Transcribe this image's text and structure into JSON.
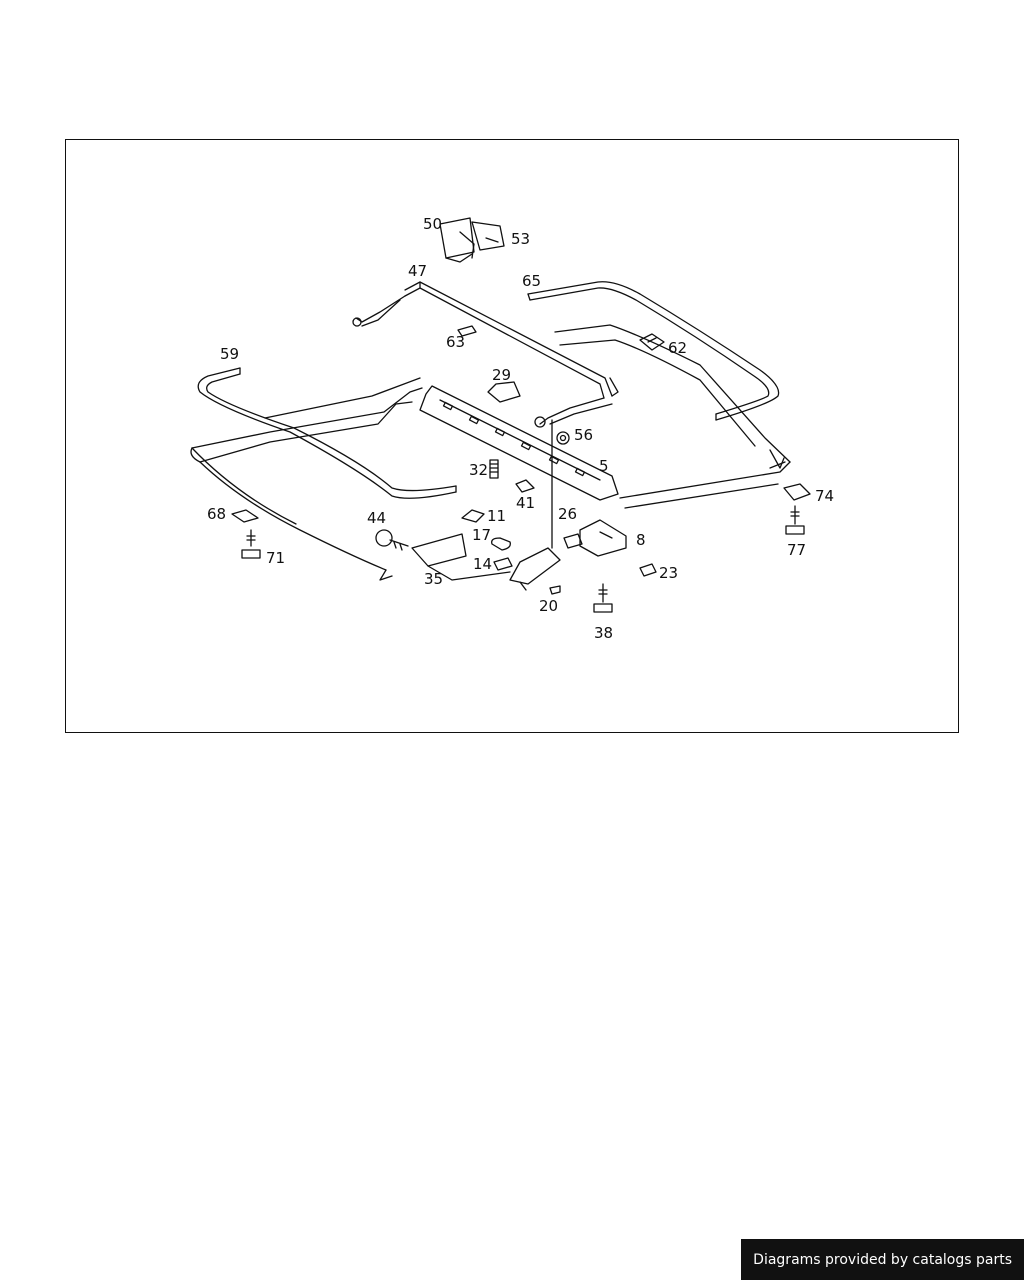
{
  "diagram": {
    "callouts": [
      {
        "id": "50",
        "label": "50"
      },
      {
        "id": "53",
        "label": "53"
      },
      {
        "id": "47",
        "label": "47"
      },
      {
        "id": "65",
        "label": "65"
      },
      {
        "id": "63",
        "label": "63"
      },
      {
        "id": "62",
        "label": "62"
      },
      {
        "id": "59",
        "label": "59"
      },
      {
        "id": "29",
        "label": "29"
      },
      {
        "id": "56",
        "label": "56"
      },
      {
        "id": "32",
        "label": "32"
      },
      {
        "id": "5",
        "label": "5"
      },
      {
        "id": "41",
        "label": "41"
      },
      {
        "id": "74",
        "label": "74"
      },
      {
        "id": "68",
        "label": "68"
      },
      {
        "id": "44",
        "label": "44"
      },
      {
        "id": "11",
        "label": "11"
      },
      {
        "id": "26",
        "label": "26"
      },
      {
        "id": "17",
        "label": "17"
      },
      {
        "id": "8",
        "label": "8"
      },
      {
        "id": "77",
        "label": "77"
      },
      {
        "id": "71",
        "label": "71"
      },
      {
        "id": "14",
        "label": "14"
      },
      {
        "id": "35",
        "label": "35"
      },
      {
        "id": "23",
        "label": "23"
      },
      {
        "id": "20",
        "label": "20"
      },
      {
        "id": "38",
        "label": "38"
      }
    ]
  },
  "footer": {
    "credit": "Diagrams provided by catalogs parts"
  },
  "colors": {
    "line": "#111111",
    "credit_bg": "#111111",
    "credit_text": "#ffffff"
  }
}
